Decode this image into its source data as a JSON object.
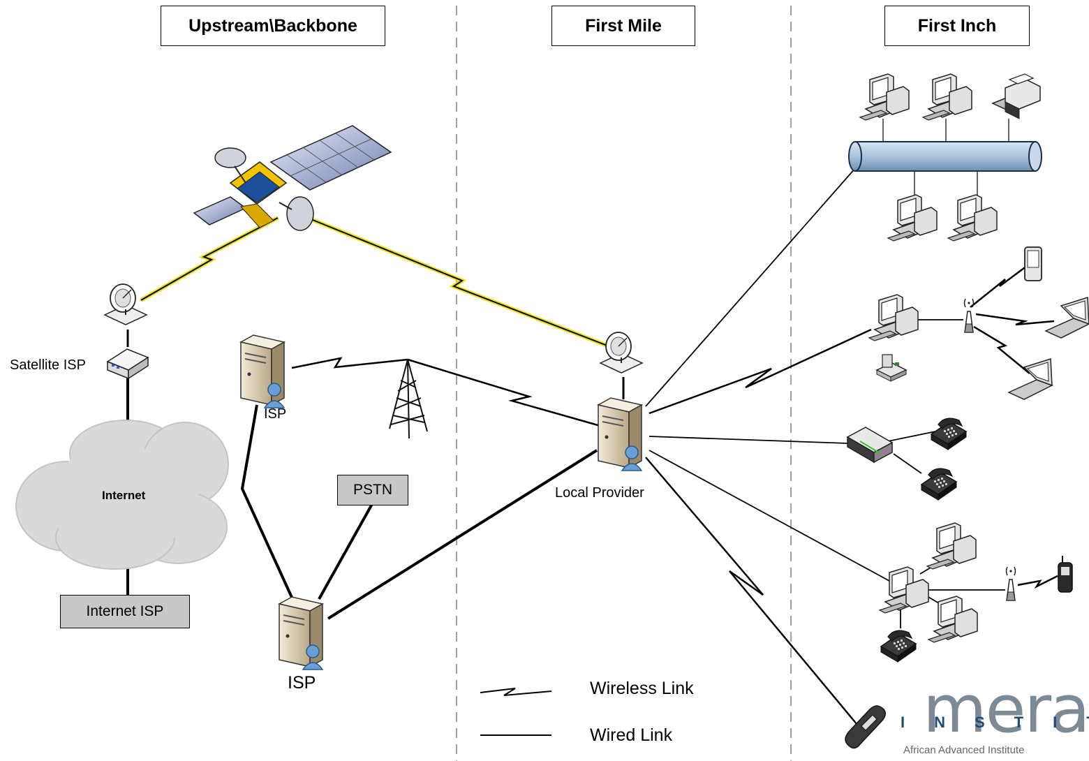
{
  "sections": {
    "upstream": "Upstream\\Backbone",
    "first_mile": "First Mile",
    "first_inch": "First Inch"
  },
  "nodes": {
    "satellite_isp": "Satellite ISP",
    "internet": "Internet",
    "internet_isp": "Internet ISP",
    "isp_top": "ISP",
    "isp_bottom": "ISP",
    "pstn": "PSTN",
    "local_provider": "Local Provider"
  },
  "legend": {
    "wireless": "Wireless Link",
    "wired": "Wired Link"
  },
  "logo": {
    "main": "mera",
    "sub": "INSTIT",
    "tagline": "African Advanced Institute"
  },
  "colors": {
    "wireless_glow": "#f0e020",
    "bus_fill": "#a9c4dc",
    "cloud": "#d9d9d9",
    "box_fill": "#c8c8c8",
    "logo_gray": "#7b8a94",
    "logo_blue": "#1e4a7a"
  },
  "icons": [
    "satellite-icon",
    "satellite-dish-icon",
    "modem-icon",
    "cloud-icon",
    "server-icon",
    "radio-tower-icon",
    "desktop-computer-icon",
    "printer-icon",
    "network-bus-icon",
    "pda-icon",
    "wifi-access-point-icon",
    "laptop-icon",
    "fax-phone-icon",
    "voip-gateway-icon",
    "telephone-icon",
    "mobile-phone-icon"
  ]
}
